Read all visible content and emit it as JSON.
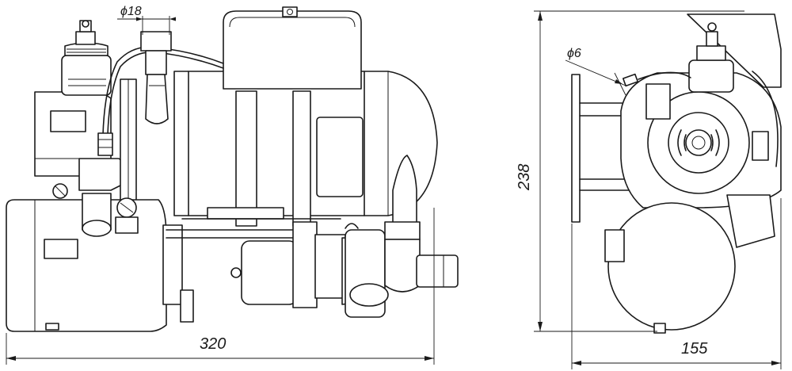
{
  "dimensions": {
    "overall_length": "320",
    "overall_height": "238",
    "side_width": "155",
    "pipe_diameter_large": "ϕ18",
    "pipe_diameter_small": "ϕ6"
  },
  "colors": {
    "line": "#1a1a1a",
    "background": "#ffffff"
  }
}
